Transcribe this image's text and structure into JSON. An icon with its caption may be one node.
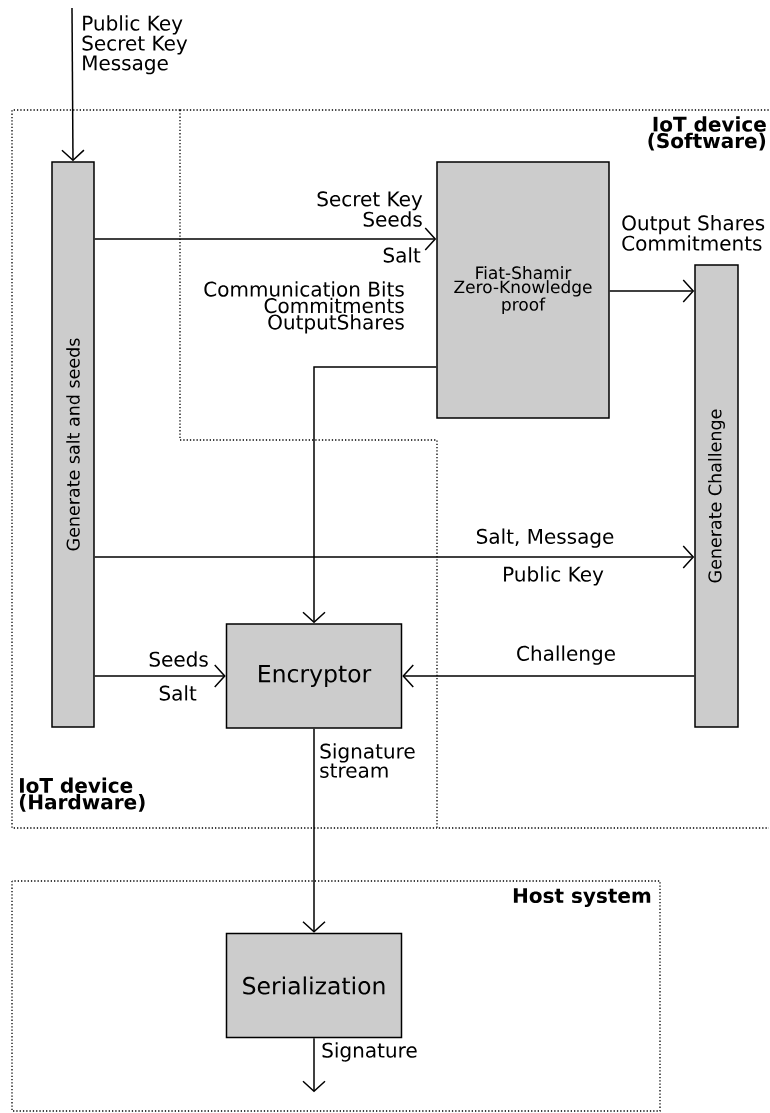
{
  "diagram": {
    "nodes": [
      {
        "text": [
          "IoT device (Software)"
        ]
      },
      {
        "text": [
          "IoT device (Hardware)"
        ]
      },
      {
        "text": [
          "Generate salt and seeds"
        ],
        "in": 1
      },
      {
        "text": [
          "Fiat-Shamir Zero-Knowledge proof"
        ],
        "in": 0
      },
      {
        "text": [
          "Generate Challenge"
        ],
        "in": 0
      },
      {
        "text": [
          "Encryptor"
        ]
      },
      {
        "text": [
          "Host system"
        ]
      },
      {
        "text": [
          "Serialization"
        ],
        "in": 6
      }
    ],
    "edges": [
      {
        "from": null,
        "to": 2,
        "arrow": "to",
        "label": "Public Key Secret Key Message"
      },
      {
        "from": 2,
        "to": 3,
        "arrow": "to",
        "label": "Secret Key Seeds"
      },
      {
        "from": 3,
        "to": 4,
        "arrow": "to",
        "label": "Output Shares Commitments"
      },
      {
        "from": 3,
        "to": 5,
        "arrow": "to",
        "label": "Communication Bits Commitments OutputShares"
      },
      {
        "from": 2,
        "to": 4,
        "arrow": "to",
        "label": "Salt, Message"
      },
      {
        "from": 4,
        "to": 5,
        "arrow": "to",
        "label": "Challenge"
      },
      {
        "from": 2,
        "to": 5,
        "arrow": "to",
        "label": "Seeds"
      },
      {
        "from": 5,
        "to": 7,
        "arrow": "to",
        "label": "Signature stream"
      },
      {
        "from": 7,
        "to": null,
        "arrow": "to",
        "label": "Signature"
      }
    ],
    "labels": [
      "Salt",
      "Public Key",
      "Salt"
    ]
  }
}
